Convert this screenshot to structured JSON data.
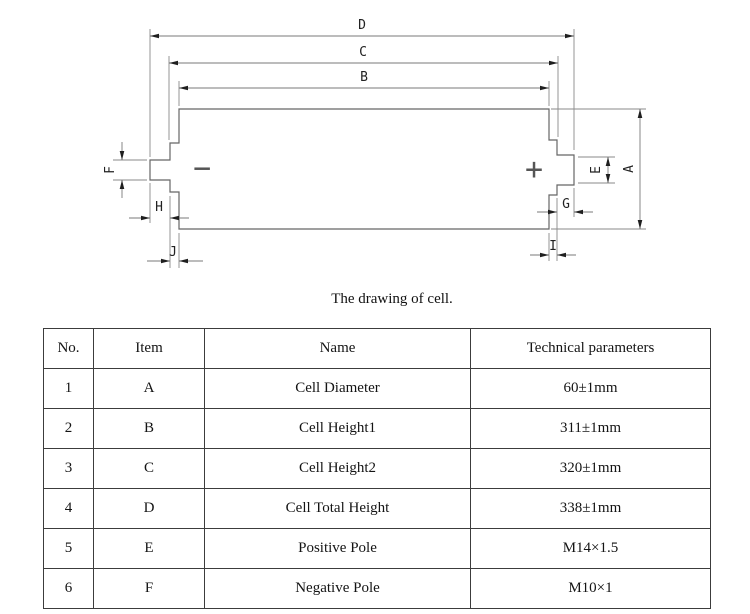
{
  "drawing": {
    "caption": "The drawing of cell.",
    "terminals": {
      "negative": "−",
      "positive": "+"
    },
    "labels": {
      "D": "D",
      "C": "C",
      "B": "B",
      "A": "A",
      "E": "E",
      "F": "F",
      "G": "G",
      "H": "H",
      "I": "I",
      "J": "J"
    }
  },
  "table": {
    "headers": [
      "No.",
      "Item",
      "Name",
      "Technical parameters"
    ],
    "rows": [
      {
        "no": "1",
        "item": "A",
        "name": "Cell Diameter",
        "value": "60±1mm"
      },
      {
        "no": "2",
        "item": "B",
        "name": "Cell Height1",
        "value": "311±1mm"
      },
      {
        "no": "3",
        "item": "C",
        "name": "Cell Height2",
        "value": "320±1mm"
      },
      {
        "no": "4",
        "item": "D",
        "name": "Cell Total Height",
        "value": "338±1mm"
      },
      {
        "no": "5",
        "item": "E",
        "name": "Positive Pole",
        "value": "M14×1.5"
      },
      {
        "no": "6",
        "item": "F",
        "name": "Negative Pole",
        "value": "M10×1"
      }
    ]
  },
  "colors": {
    "line": "#7a7a7a",
    "outline": "#666666",
    "arrow": "#1f1f1f",
    "text": "#141414"
  }
}
